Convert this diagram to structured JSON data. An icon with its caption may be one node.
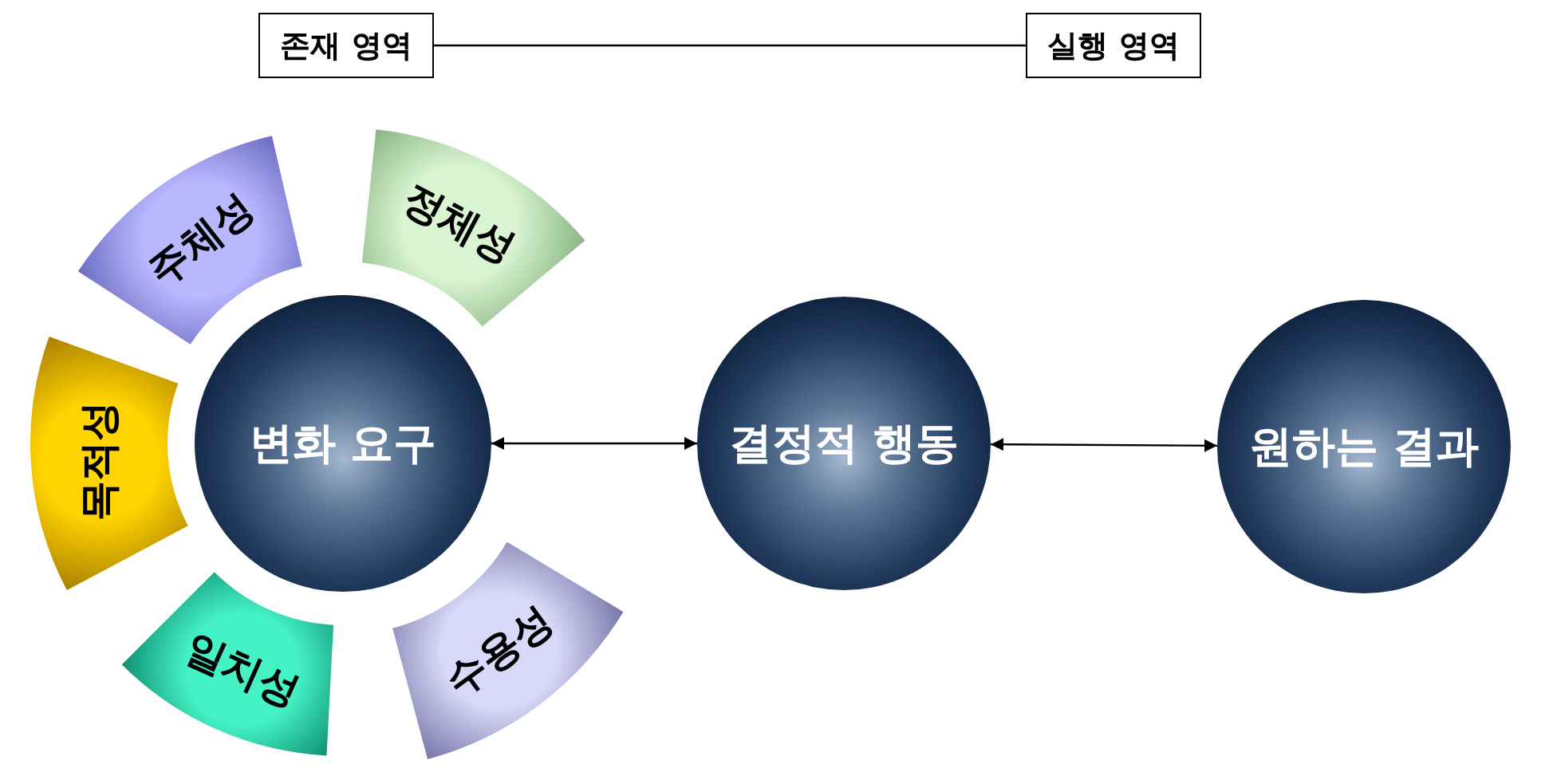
{
  "diagram": {
    "nodes": [
      {
        "text": [
          "존재 영역"
        ]
      },
      {
        "text": [
          "실행 영역"
        ]
      },
      {
        "text": [
          "주체성"
        ]
      },
      {
        "text": [
          "정체성"
        ]
      },
      {
        "text": [
          "목적성"
        ]
      },
      {
        "text": [
          "변화 요구"
        ]
      },
      {
        "text": [
          "결정적 행동"
        ]
      },
      {
        "text": [
          "원하는 결과"
        ]
      },
      {
        "text": [
          "일치성"
        ]
      },
      {
        "text": [
          "수용성"
        ]
      }
    ],
    "edges": [
      {
        "from": 0,
        "to": 1,
        "arrow": "none"
      },
      {
        "from": 5,
        "to": 6,
        "arrow": "both"
      },
      {
        "from": 6,
        "to": 7,
        "arrow": "both"
      }
    ]
  }
}
